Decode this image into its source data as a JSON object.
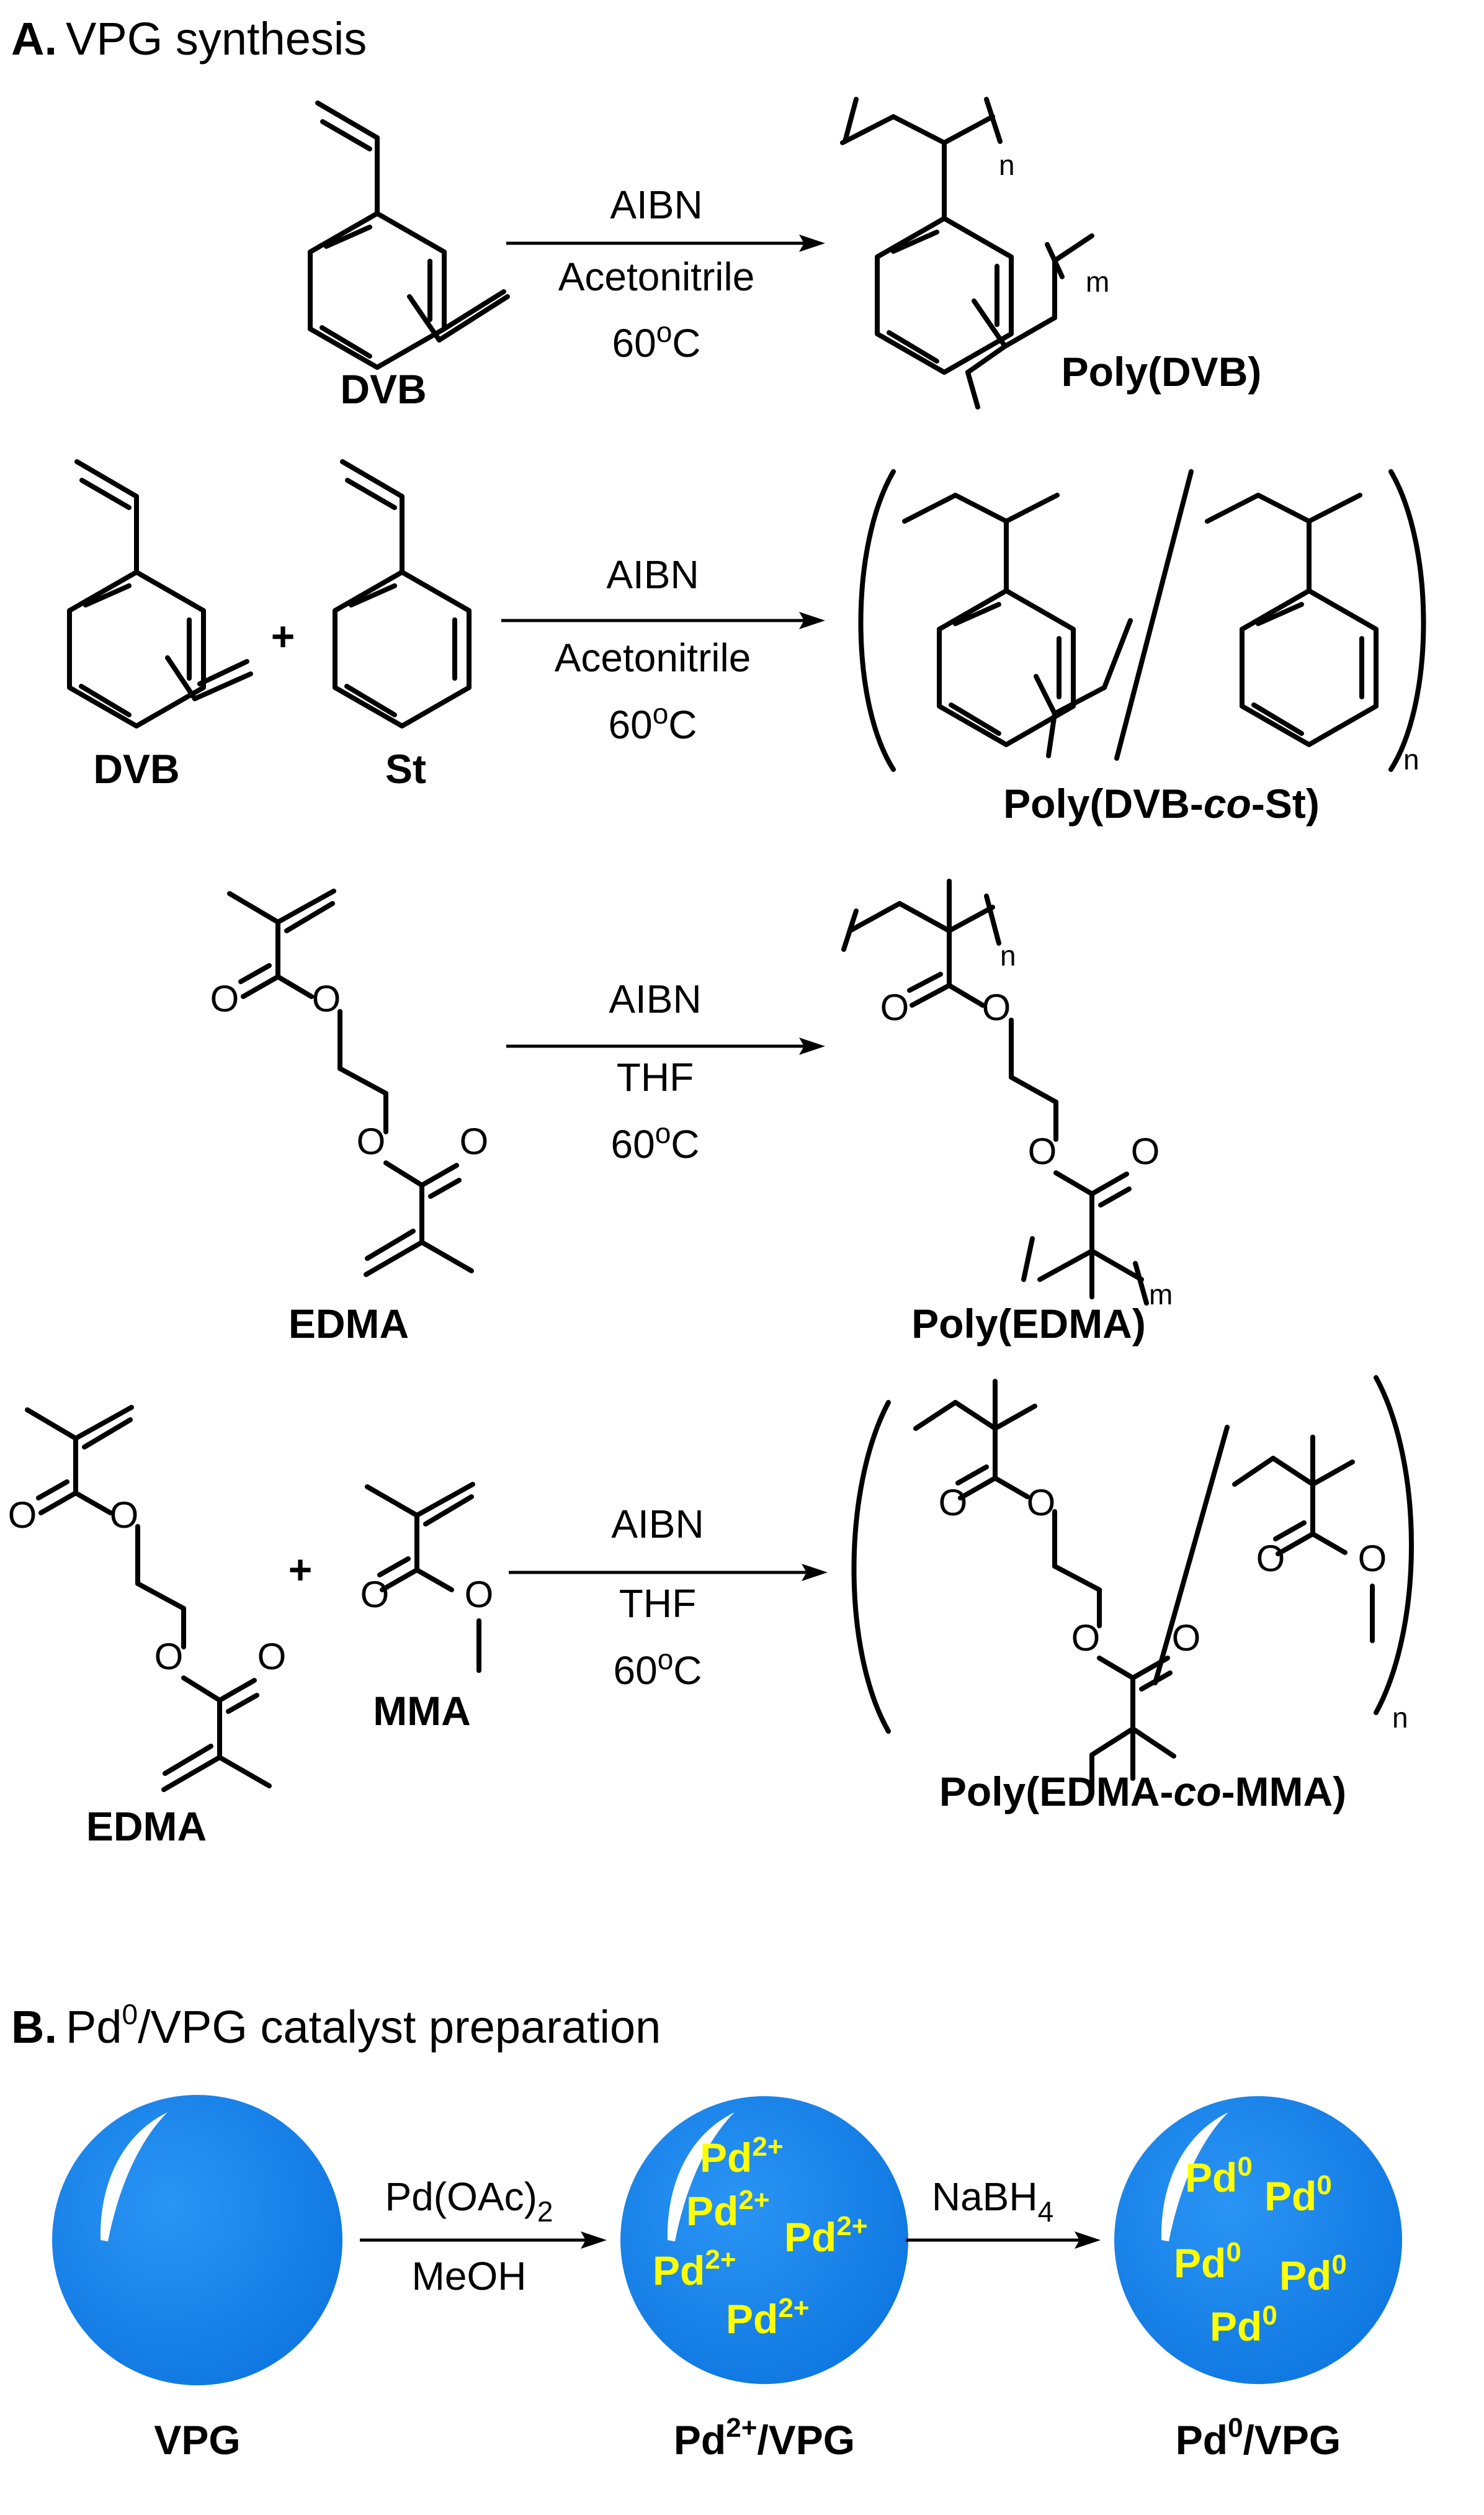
{
  "section_a": {
    "letter": "A.",
    "title": "VPG synthesis"
  },
  "section_b": {
    "letter": "B.",
    "title_pre": "Pd",
    "title_sup": "0",
    "title_post": "/VPG catalyst preparation"
  },
  "colors": {
    "bead": "#1a88f0",
    "pd_text": "#ffff00"
  },
  "reactions": [
    {
      "reagent": "AIBN",
      "solvent": "Acetonitrile",
      "temp": "60",
      "temp_sup": "o",
      "temp_unit": "C",
      "monomers": [
        "DVB"
      ],
      "product": "Poly(DVB)",
      "repeat_n": "n",
      "repeat_m": "m"
    },
    {
      "reagent": "AIBN",
      "solvent": "Acetonitrile",
      "temp": "60",
      "temp_sup": "o",
      "temp_unit": "C",
      "monomers": [
        "DVB",
        "St"
      ],
      "plus": "+",
      "product_pre": "Poly(DVB-",
      "product_co": "co",
      "product_post": "-St)",
      "repeat_n": "n"
    },
    {
      "reagent": "AIBN",
      "solvent": "THF",
      "temp": "60",
      "temp_sup": "o",
      "temp_unit": "C",
      "monomers": [
        "EDMA"
      ],
      "product": "Poly(EDMA)",
      "repeat_n": "n",
      "repeat_m": "m",
      "atom_o": "O"
    },
    {
      "reagent": "AIBN",
      "solvent": "THF",
      "temp": "60",
      "temp_sup": "o",
      "temp_unit": "C",
      "monomers": [
        "EDMA",
        "MMA"
      ],
      "plus": "+",
      "product_pre": "Poly(EDMA-",
      "product_co": "co",
      "product_post": "-MMA)",
      "repeat_n": "n",
      "atom_o": "O"
    }
  ],
  "catalyst": {
    "step1_reagent": "Pd(OAc)",
    "step1_reagent_sub": "2",
    "step1_solvent": "MeOH",
    "step2_reagent": "NaBH",
    "step2_reagent_sub": "4",
    "bead1_label": "VPG",
    "bead2_label_pre": "Pd",
    "bead2_label_sup": "2+",
    "bead2_label_post": "/VPG",
    "bead3_label_pre": "Pd",
    "bead3_label_sup": "0",
    "bead3_label_post": "/VPG",
    "pd2_text": "Pd",
    "pd2_sup": "2+",
    "pd0_text": "Pd",
    "pd0_sup": "0"
  }
}
